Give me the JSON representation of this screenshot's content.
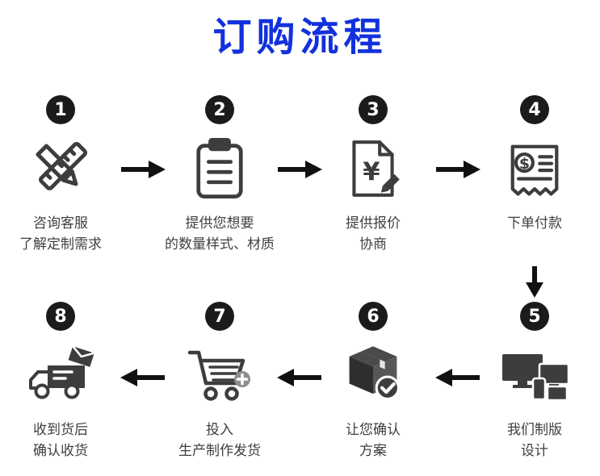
{
  "title": "订购流程",
  "accent_color": "#1231dd",
  "icon_color": "#3d3d3d",
  "arrow_color": "#111111",
  "steps": [
    {
      "number": "1",
      "icon": "pen-ruler-icon",
      "label1": "咨询客服",
      "label2": "了解定制需求"
    },
    {
      "number": "2",
      "icon": "clipboard-icon",
      "label1": "提供您想要",
      "label2": "的数量样式、材质"
    },
    {
      "number": "3",
      "icon": "quote-document-icon",
      "label1": "提供报价",
      "label2": "协商"
    },
    {
      "number": "4",
      "icon": "receipt-icon",
      "label1": "下单付款",
      "label2": ""
    },
    {
      "number": "5",
      "icon": "devices-icon",
      "label1": "我们制版",
      "label2": "设计"
    },
    {
      "number": "6",
      "icon": "package-check-icon",
      "label1": "让您确认",
      "label2": "方案"
    },
    {
      "number": "7",
      "icon": "cart-icon",
      "label1": "投入",
      "label2": "生产制作发货"
    },
    {
      "number": "8",
      "icon": "truck-icon",
      "label1": "收到货后",
      "label2": "确认收货"
    }
  ]
}
